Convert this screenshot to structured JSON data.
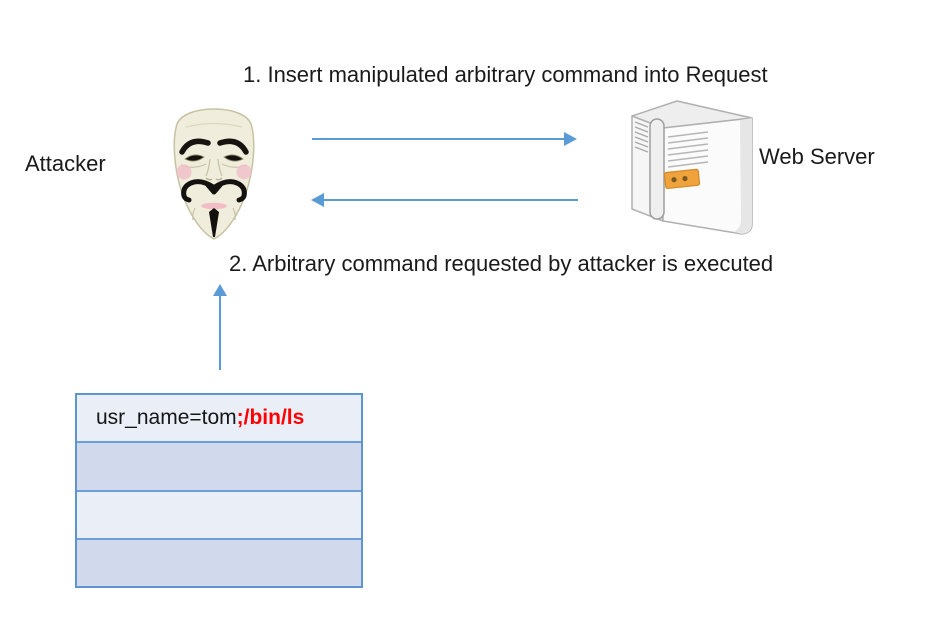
{
  "diagram": {
    "title_context": "OS command injection attack flow",
    "labels": {
      "step1": "1. Insert manipulated arbitrary command into Request",
      "step2": "2. Arbitrary command requested by attacker is executed",
      "attacker": "Attacker",
      "web_server": "Web Server"
    },
    "request_table": {
      "row1": {
        "normal": "usr_name=tom",
        "injected": ";/bin/ls",
        "full": "usr_name=tom;/bin/ls"
      },
      "rows": [
        "usr_name=tom;/bin/ls",
        "",
        "",
        ""
      ]
    },
    "icons": {
      "attacker": "guy-fawkes-mask-icon",
      "server": "server-tower-icon"
    },
    "colors": {
      "arrow_blue": "#5b9bd5",
      "table_border": "#6d9eda",
      "row_light": "#eaeef7",
      "row_dark": "#d1daec",
      "injected_red": "#ff0000",
      "text_black": "#1a1a1a",
      "mask_face": "#f0eddc",
      "server_badge_orange": "#f0a23c"
    }
  }
}
